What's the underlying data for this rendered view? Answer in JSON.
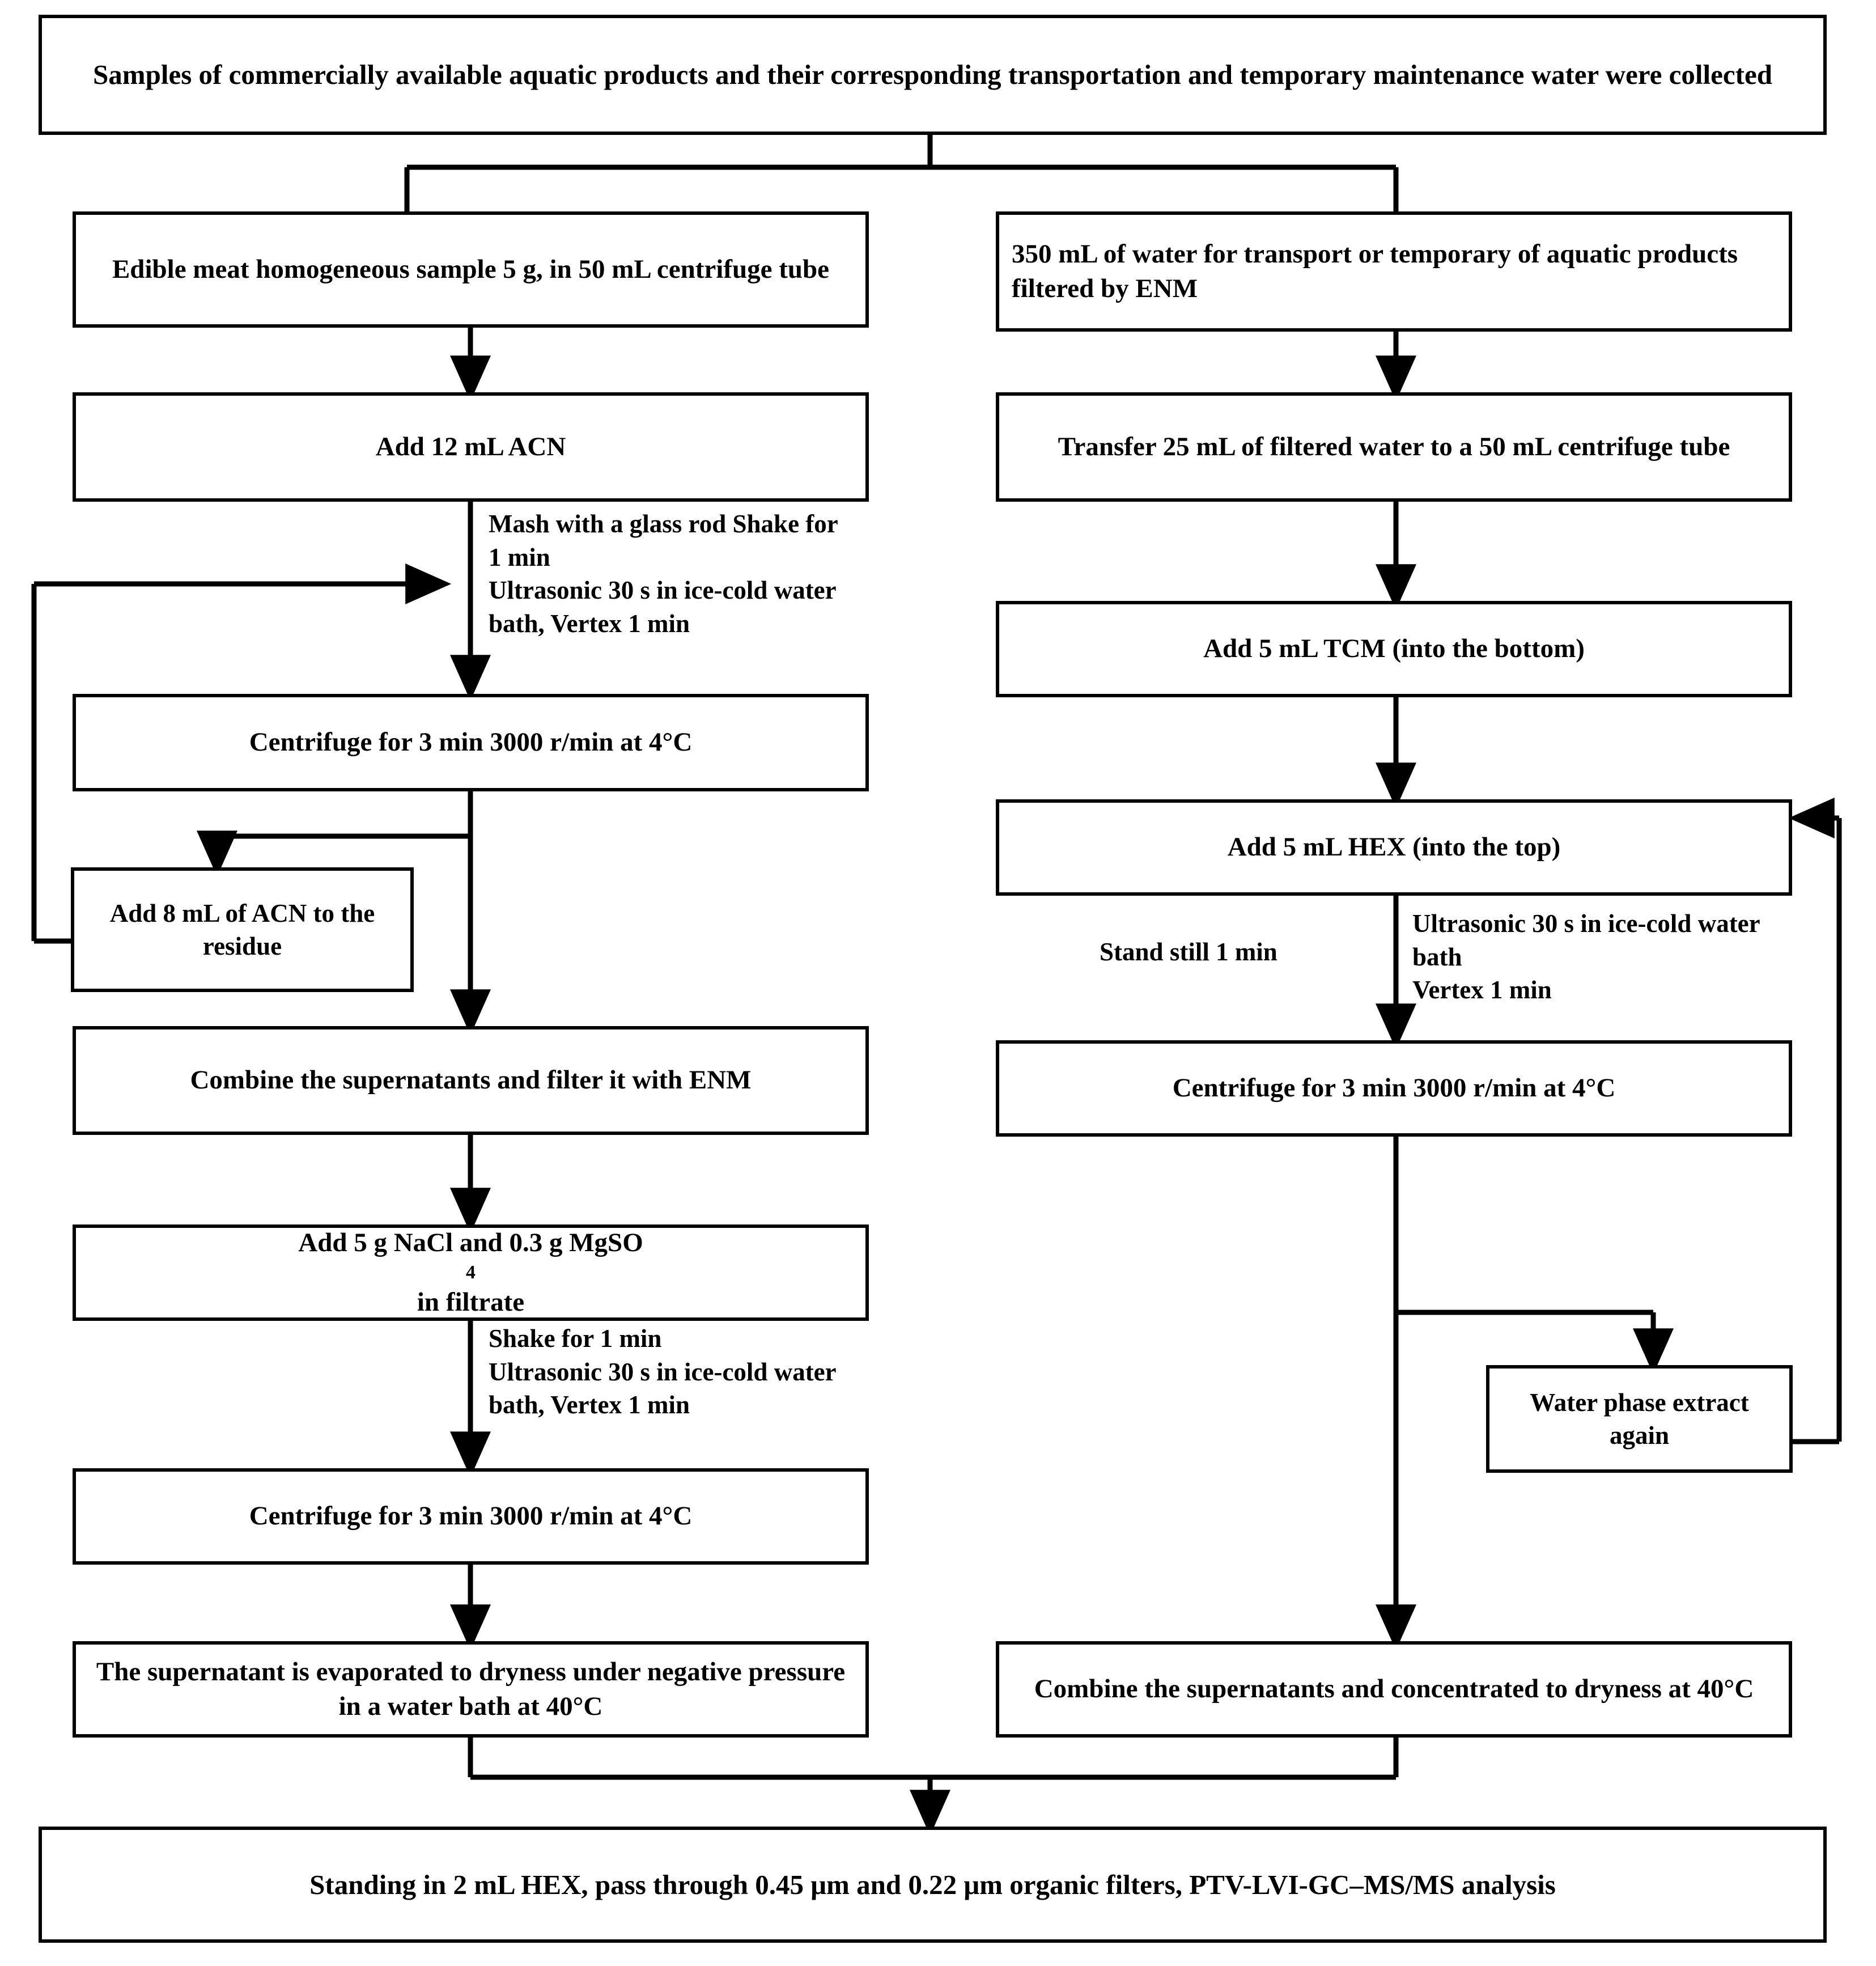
{
  "diagram": {
    "type": "flowchart",
    "title": "Sample preparation workflow for aquatic products and transport water",
    "orientation": "top-to-bottom, two parallel branches"
  },
  "nodes": {
    "start": "Samples of commercially available aquatic products and their corresponding transportation and temporary maintenance water were collected",
    "left": {
      "n1": "Edible meat homogeneous sample 5 g, in 50 mL centrifuge tube",
      "n2": "Add 12 mL ACN",
      "n3": "Centrifuge for 3 min 3000 r/min at 4°C",
      "n4": "Add 8 mL of ACN to the residue",
      "n5": "Combine the supernatants and filter it with ENM",
      "n6_pre": "Add 5 g NaCl and 0.3 g MgSO",
      "n6_sub": "4",
      "n6_post": " in filtrate",
      "n7": "Centrifuge for 3 min 3000 r/min at 4°C",
      "n8": "The supernatant is evaporated to dryness under negative pressure in a water bath at 40°C"
    },
    "right": {
      "r1": "350 mL of water for transport or temporary of aquatic products filtered by ENM",
      "r2": "Transfer 25 mL of filtered water to a 50 mL centrifuge tube",
      "r3": "Add 5 mL TCM (into the bottom)",
      "r4": "Add 5 mL HEX (into the top)",
      "r5": "Centrifuge for 3 min 3000 r/min at 4°C",
      "r6": "Water phase extract again",
      "r7": "Combine the supernatants and concentrated to dryness at 40°C"
    },
    "end": "Standing in 2 mL HEX, pass through 0.45 μm and 0.22 μm organic filters, PTV-LVI-GC–MS/MS analysis"
  },
  "edge_labels": {
    "left_mash": "Mash with a glass rod  Shake for\n1 min\nUltrasonic 30 s in ice-cold water\nbath, Vertex 1 min",
    "left_shake": "Shake for 1 min\nUltrasonic 30 s in ice-cold water\nbath, Vertex 1 min",
    "right_stand": "Stand still 1 min",
    "right_ultra": "Ultrasonic 30 s in ice-cold water\nbath\nVertex 1 min"
  },
  "colors": {
    "stroke": "#000000",
    "fill": "#ffffff",
    "text": "#000000"
  }
}
